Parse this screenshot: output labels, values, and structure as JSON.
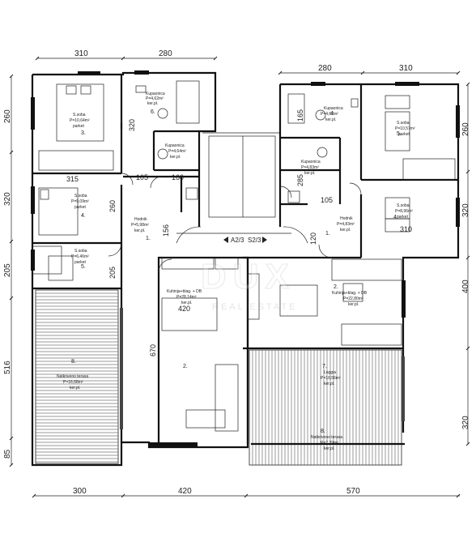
{
  "dimensions": {
    "top_left": [
      "310",
      "280"
    ],
    "top_right": [
      "280",
      "310"
    ],
    "bottom": [
      "300",
      "420",
      "570"
    ],
    "left": [
      "260",
      "320",
      "205",
      "516",
      "85"
    ],
    "right": [
      "260",
      "320",
      "400",
      "320"
    ],
    "inner": [
      "320",
      "315",
      "105",
      "160",
      "260",
      "205",
      "156",
      "670",
      "420",
      "165",
      "285",
      "105",
      "120",
      "310"
    ]
  },
  "stair_label": {
    "left": "A2/3",
    "right": "S2/3"
  },
  "rooms": [
    {
      "name": "S.soba",
      "area": "P=10,64m²",
      "floor": "parket",
      "num": "3."
    },
    {
      "name": "Kupaonica",
      "area": "P=4,62m²",
      "floor": "ker.pl.",
      "num": "6."
    },
    {
      "name": "Kupaonica",
      "area": "P=4,64m²",
      "floor": "ker.pl.",
      "num": ""
    },
    {
      "name": "S.soba",
      "area": "P=9,09m²",
      "floor": "parket",
      "num": "4."
    },
    {
      "name": "Hodnik",
      "area": "P=5,98m²",
      "floor": "ker.pl.",
      "num": "1."
    },
    {
      "name": "S.soba",
      "area": "P=6,46m²",
      "floor": "parket",
      "num": "5."
    },
    {
      "name": "Kuhinja+blag. + DB",
      "area": "P=28,14m²",
      "floor": "ker.pl.",
      "num": "2."
    },
    {
      "name": "Natkriveno terasa",
      "area": "P=16,68m²",
      "floor": "ker.pl.",
      "num": "8."
    },
    {
      "name": "Kupaonica",
      "area": "P=4,62m²",
      "floor": "ker.pl.",
      "num": "4."
    },
    {
      "name": "S.soba",
      "area": "P=10,57m²",
      "floor": "parket",
      "num": "5."
    },
    {
      "name": "Kupaonica",
      "area": "P=4,83m²",
      "floor": "ker.pl.",
      "num": ""
    },
    {
      "name": "Hodnik",
      "area": "P=4,83m²",
      "floor": "ker.pl.",
      "num": "1."
    },
    {
      "name": "S.soba",
      "area": "P=8,96m²",
      "floor": "parket",
      "num": "4."
    },
    {
      "name": "Kuhinja+blag. + DB",
      "area": "P=22,80m²",
      "floor": "ker.pl.",
      "num": "2."
    },
    {
      "name": "Loggia",
      "area": "P=10,56m²",
      "floor": "ker.pl.",
      "num": "7."
    },
    {
      "name": "Natkriveno terasa",
      "area": "P=7,29m²",
      "floor": "ker.pl.",
      "num": "8."
    }
  ],
  "watermark": {
    "main": "DUX",
    "sub": "REAL ESTATE"
  }
}
